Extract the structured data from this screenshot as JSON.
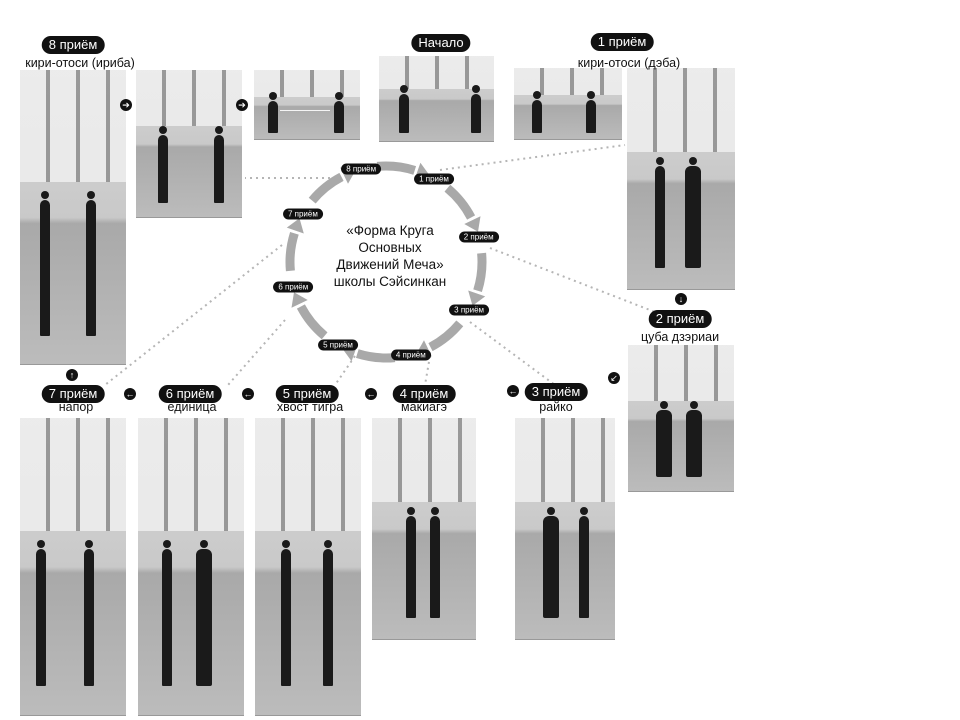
{
  "ring": {
    "title_lines": [
      "«Форма Круга",
      "Основных",
      "Движений Меча»",
      "школы Сэйсинкан"
    ],
    "segments": [
      {
        "label": "8 приём"
      },
      {
        "label": "1 приём"
      },
      {
        "label": "2 приём"
      },
      {
        "label": "3 приём"
      },
      {
        "label": "4 приём"
      },
      {
        "label": "5 приём"
      },
      {
        "label": "6 приём"
      },
      {
        "label": "7 приём"
      }
    ]
  },
  "techniques": [
    {
      "id": "start",
      "badge": "Начало",
      "caption": ""
    },
    {
      "id": "t1",
      "badge": "1 приём",
      "caption": "кири-отоси (дэба)"
    },
    {
      "id": "t2",
      "badge": "2 приём",
      "caption": "цуба дзэриаи"
    },
    {
      "id": "t3",
      "badge": "3 приём",
      "caption": "райко"
    },
    {
      "id": "t4",
      "badge": "4 приём",
      "caption": "макиагэ"
    },
    {
      "id": "t5",
      "badge": "5 приём",
      "caption": "хвост тигра"
    },
    {
      "id": "t6",
      "badge": "6 приём",
      "caption": "единица"
    },
    {
      "id": "t7",
      "badge": "7 приём",
      "caption": "напор"
    },
    {
      "id": "t8",
      "badge": "8 приём",
      "caption": "кири-отоси (ириба)"
    }
  ],
  "colors": {
    "ring": "#a9a9a9",
    "badge": "#111111",
    "connector": "#b5b5b5"
  },
  "icons": {
    "flow_arrow": "arrow-icon"
  }
}
